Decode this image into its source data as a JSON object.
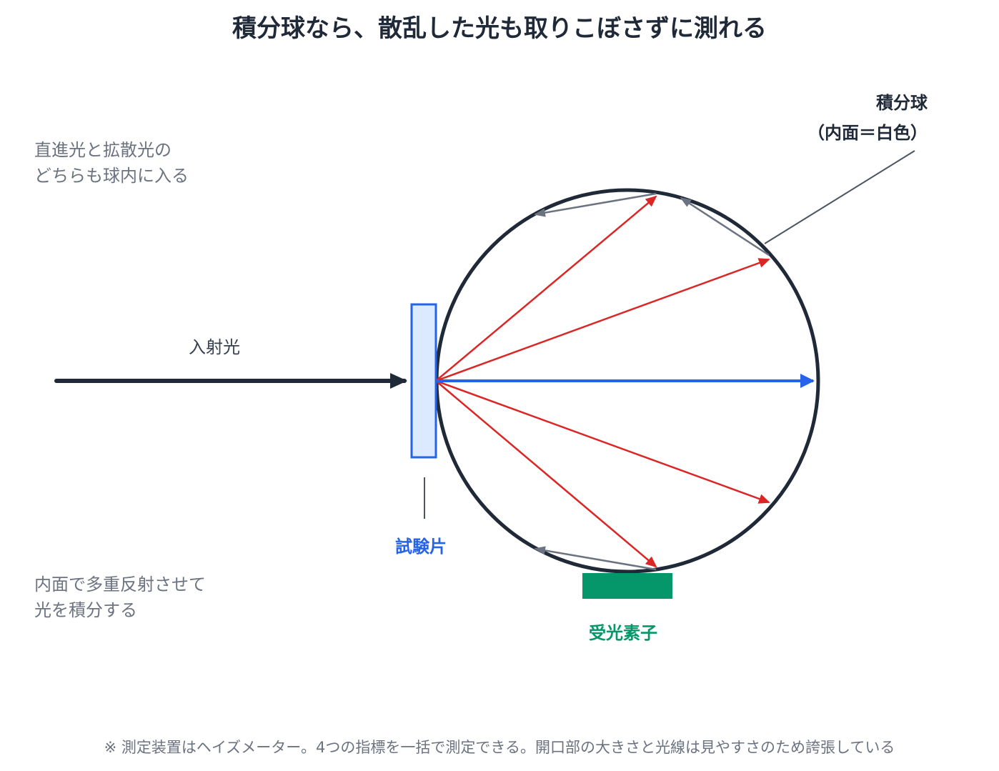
{
  "title": "積分球なら、散乱した光も取りこぼさずに測れる",
  "notes": {
    "straight_line1": "直進光と拡散光の",
    "straight_line2": "どちらも球内に入る",
    "multi_line1": "内面で多重反射させて",
    "multi_line2": "光を積分する"
  },
  "labels": {
    "incident_light": "入射光",
    "sphere_line1": "積分球",
    "sphere_line2": "（内面＝白色）",
    "specimen": "試験片",
    "detector": "受光素子"
  },
  "footnote": "※ 測定装置はヘイズメーター。4つの指標を一括で測定できる。開口部の大きさと光線は見やすさのため誇張している",
  "colors": {
    "sphere": "#1f2937",
    "incident": "#1f2937",
    "direct": "#2563eb",
    "scattered": "#dc2626",
    "reflected": "#6b7280",
    "specimen_fill": "#dbeafe",
    "specimen_border": "#2563eb",
    "detector": "#059669",
    "leader": "#4b5563"
  }
}
